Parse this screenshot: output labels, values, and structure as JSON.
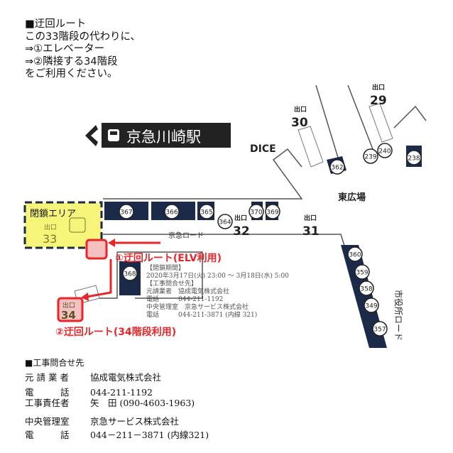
{
  "intro": {
    "heading": "■迂回ルート",
    "lines": [
      "この33階段の代わりに、",
      "⇒①エレベーター",
      "⇒②隣接する34階段",
      "をご利用ください。"
    ]
  },
  "map": {
    "station_name": "京急川崎駅",
    "dice_label": "DICE",
    "east_plaza": "東広場",
    "keikyu_road": "京急ロード",
    "city_hall_road": "市役所ロード",
    "closed_area": "閉鎖エリア",
    "exit_prefix": "出口",
    "exits": {
      "e29": "29",
      "e30": "30",
      "e31": "31",
      "e32": "32",
      "e33": "33",
      "e34": "34"
    },
    "pillars": [
      "362",
      "239",
      "240",
      "238",
      "367",
      "366",
      "365",
      "364",
      "370",
      "369",
      "368",
      "360",
      "359",
      "358",
      "349",
      "357"
    ],
    "route1": "①迂回ルート(ELV利用)",
    "route2": "②迂回ルート(34階段利用)",
    "faded_notice": {
      "period_title": "【閉鎖期間】",
      "period": "2020年3月17日(火) 23:00 ～ 3月18日(水) 5:00",
      "contact_title": "【工事問合せ先】",
      "contractor_label": "元請業者",
      "contractor": "協成電気株式会社",
      "phone_label": "電話",
      "phone1": "044-211-1192",
      "office_label": "中央管理室",
      "office": "京急サービス株式会社",
      "phone2": "044-211-3871 (内線 321)"
    }
  },
  "contact": {
    "heading": "■工事問合せ先",
    "rows": [
      {
        "label": "元 請 業 者",
        "value": "協成電気株式会社"
      },
      {
        "label": "電　　　話",
        "value": "044-211-1192"
      },
      {
        "label": "工事責任者",
        "value": "矢　田 (090-4603-1963)"
      },
      {
        "label": "中央管理室",
        "value": "京急サービス株式会社"
      },
      {
        "label": "電　　　話",
        "value": "044－211－3871 (内線321)"
      }
    ]
  },
  "colors": {
    "navy": "#1c2a4a",
    "red": "#e8262a",
    "yellow": "#f7f47a"
  }
}
